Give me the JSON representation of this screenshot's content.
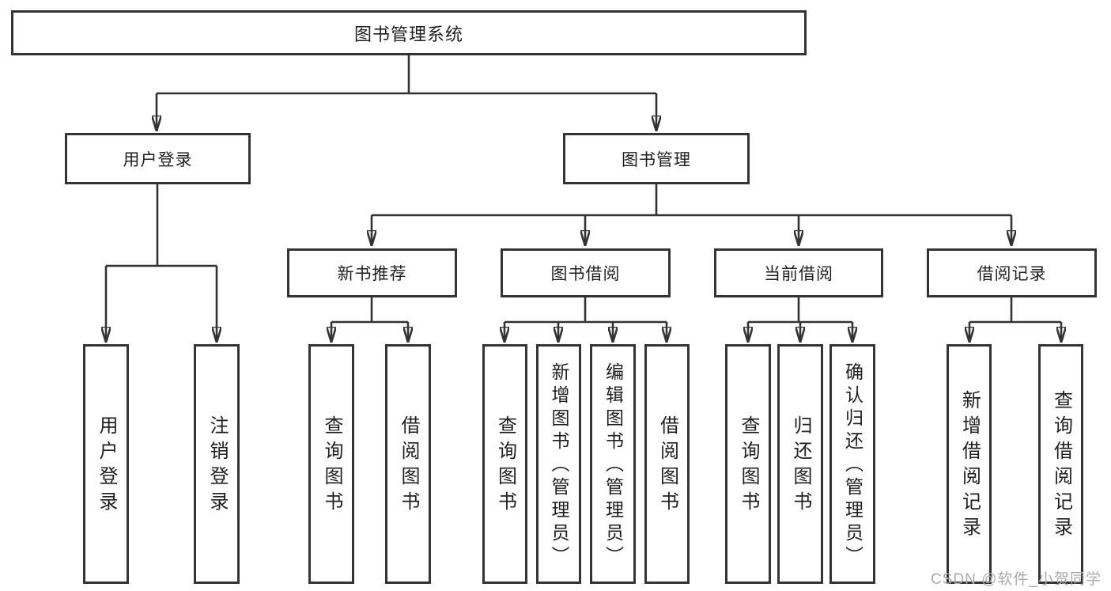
{
  "colors": {
    "line": "#333333",
    "text": "#1f1f1f",
    "background": "#ffffff",
    "watermark": "#ababab"
  },
  "watermark": "CSDN @软件_小贺同学",
  "tree": {
    "label": "图书管理系统",
    "children": [
      {
        "label": "用户登录",
        "children": [
          {
            "label": "用户登录"
          },
          {
            "label": "注销登录"
          }
        ]
      },
      {
        "label": "图书管理",
        "children": [
          {
            "label": "新书推荐",
            "children": [
              {
                "label": "查询图书"
              },
              {
                "label": "借阅图书"
              }
            ]
          },
          {
            "label": "图书借阅",
            "children": [
              {
                "label": "查询图书"
              },
              {
                "label": "新增图书（管理员）"
              },
              {
                "label": "编辑图书（管理员）"
              },
              {
                "label": "借阅图书"
              }
            ]
          },
          {
            "label": "当前借阅",
            "children": [
              {
                "label": "查询图书"
              },
              {
                "label": "归还图书"
              },
              {
                "label": "确认归还（管理员）"
              }
            ]
          },
          {
            "label": "借阅记录",
            "children": [
              {
                "label": "新增借阅记录"
              },
              {
                "label": "查询借阅记录"
              }
            ]
          }
        ]
      }
    ]
  }
}
